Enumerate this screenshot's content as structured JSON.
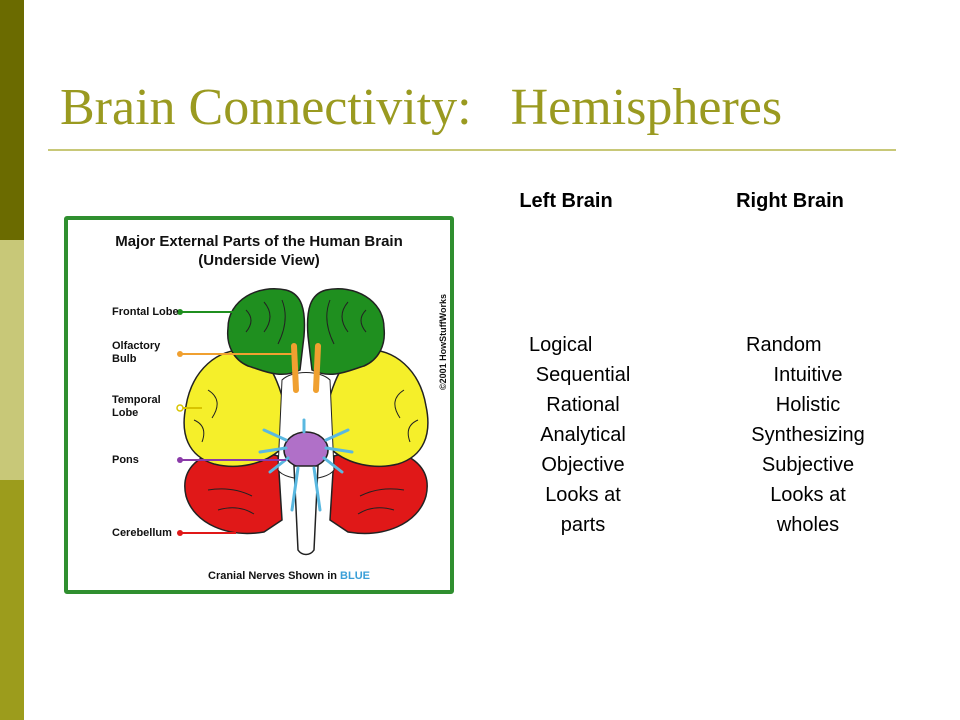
{
  "slide": {
    "title": "Brain Connectivity:   Hemispheres"
  },
  "columns": {
    "left": {
      "heading": "Left Brain",
      "items": [
        "Logical",
        "Sequential",
        "Rational",
        "Analytical",
        "Objective",
        "Looks at",
        "parts"
      ]
    },
    "right": {
      "heading": "Right Brain",
      "items": [
        "Random",
        "Intuitive",
        "Holistic",
        "Synthesizing",
        "Subjective",
        "Looks at",
        "wholes"
      ]
    }
  },
  "figure": {
    "title_line1": "Major External Parts of the Human Brain",
    "title_line2": "(Underside View)",
    "copyright": "©2001 HowStuffWorks",
    "caption_prefix": "Cranial Nerves Shown in ",
    "caption_highlight": "BLUE",
    "labels": {
      "frontal": "Frontal Lobe",
      "olfactory_1": "Olfactory",
      "olfactory_2": "Bulb",
      "temporal_1": "Temporal",
      "temporal_2": "Lobe",
      "pons": "Pons",
      "cerebellum": "Cerebellum"
    },
    "colors": {
      "frontal": "#1f8f1f",
      "olfactory": "#f0a030",
      "temporal": "#f5ef2a",
      "pons": "#b070c8",
      "cerebellum": "#e01818",
      "nerves": "#5ab8e0",
      "border": "#2f8f2f"
    }
  },
  "theme": {
    "title_color": "#9a9a20",
    "sidebar_colors": [
      "#6b6b00",
      "#c8c878",
      "#9c9c1c"
    ]
  }
}
